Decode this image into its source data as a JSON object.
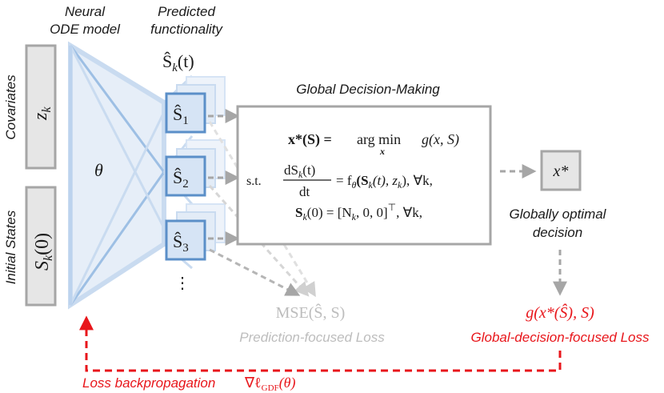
{
  "headers": {
    "model": [
      "Neural",
      "ODE model"
    ],
    "predicted": [
      "Predicted",
      "functionality"
    ],
    "shat_t": "Ŝ",
    "shat_t_sub": "k",
    "shat_t_arg": "(t)"
  },
  "inputs": {
    "covariates_label": "Covariates",
    "covariates_symbol": "z",
    "covariates_sub": "k",
    "initial_label": "Initial States",
    "initial_symbol": "S",
    "initial_sub": "k",
    "initial_arg": "(0)"
  },
  "model_param": "θ",
  "outputs": [
    {
      "sym": "Ŝ",
      "sub": "1"
    },
    {
      "sym": "Ŝ",
      "sub": "2"
    },
    {
      "sym": "Ŝ",
      "sub": "3"
    }
  ],
  "ellipsis": "⋮",
  "gdm": {
    "title": "Global Decision-Making",
    "line1_lhs": "x*(S) =",
    "line1_op": "arg min",
    "line1_op_sub": "x",
    "line1_rhs": "g(x, S)",
    "st": "s.t.",
    "frac_num": "dS",
    "frac_num_sub": "k",
    "frac_num_arg": "(t)",
    "frac_den": "dt",
    "line2_rhs": "= f",
    "line2_rhs_sub": "θ",
    "line2_rhs_arg": "(S",
    "line2_rhs_arg2": "(t), z",
    "line2_rhs_end": "), ∀k,",
    "line3_lhs": "S",
    "line3_lhs_sub": "k",
    "line3_rhs": "(0) = [N",
    "line3_rhs_sub": "k",
    "line3_rhs_end": ", 0, 0]",
    "line3_sup": "⊤",
    "line3_tail": ", ∀k,"
  },
  "xstar": "x*",
  "optimal_label": [
    "Globally optimal",
    "decision"
  ],
  "mse": {
    "formula": "MSE(Ŝ, S)",
    "label": "Prediction-focused Loss"
  },
  "gdf": {
    "formula": "g(x*(Ŝ), S)",
    "label": "Global-decision-focused Loss"
  },
  "backprop": {
    "label": "Loss backpropagation",
    "formula": "∇ℓ",
    "sub": "GDF",
    "arg": "(θ)"
  },
  "colors": {
    "gray_box": "#a6a6a6",
    "box_fill": "#e6e6e6",
    "blue_dark": "#5b8fc8",
    "blue_fill": "#d6e4f5",
    "blue_light": "#bcd3ee",
    "red": "#e8161b",
    "light_gray": "#bdbdbd",
    "text": "#1a1a1a"
  }
}
